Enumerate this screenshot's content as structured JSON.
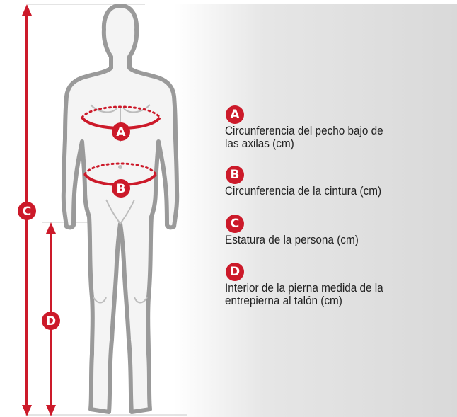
{
  "colors": {
    "accent": "#cc1a2a",
    "figure_outline": "#9a9a9a",
    "figure_fill": "#f4f4f4",
    "guide_line": "#c8c8c8"
  },
  "markers": {
    "a": "A",
    "b": "B",
    "c": "C",
    "d": "D"
  },
  "legend": [
    {
      "letter": "A",
      "lines": [
        "Circunferencia del pecho bajo de",
        "las axilas (cm)"
      ]
    },
    {
      "letter": "B",
      "lines": [
        "Circunferencia de la cintura (cm)"
      ]
    },
    {
      "letter": "C",
      "lines": [
        "Estatura de la persona (cm)"
      ]
    },
    {
      "letter": "D",
      "lines": [
        "Interior de la pierna medida de la",
        "entrepierna al talón (cm)"
      ]
    }
  ]
}
